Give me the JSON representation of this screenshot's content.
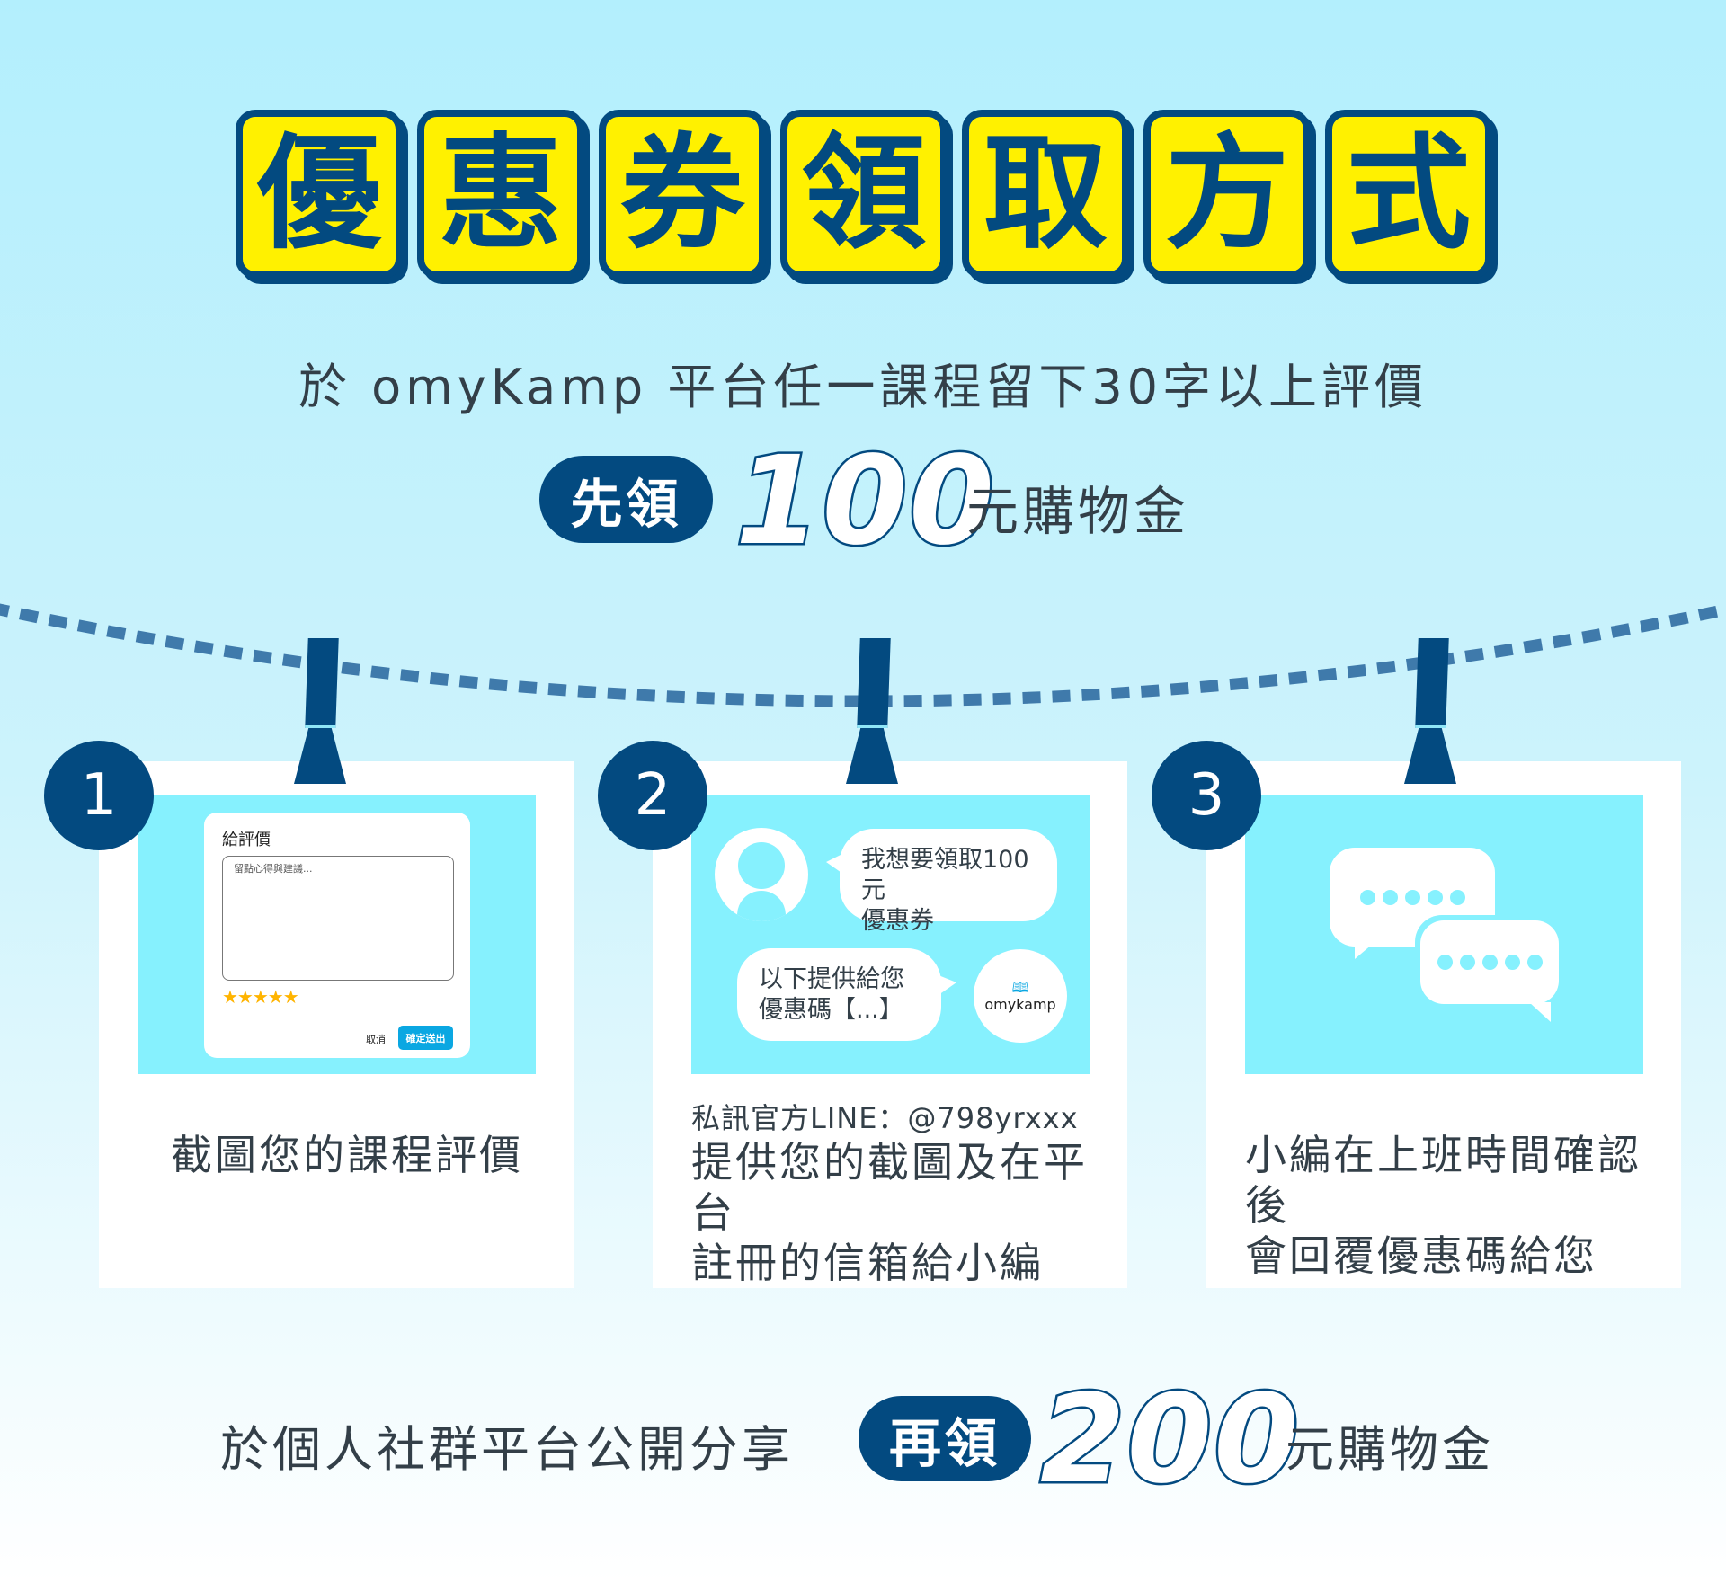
{
  "title_chars": [
    "優",
    "惠",
    "券",
    "領",
    "取",
    "方",
    "式"
  ],
  "subtitle": "於 omyKamp 平台任一課程留下30字以上評價",
  "first_reward": {
    "badge": "先領",
    "amount": "100",
    "unit": "元購物金"
  },
  "steps": [
    {
      "number": "1",
      "mockup": {
        "title": "給評價",
        "placeholder": "留點心得與建議...",
        "stars": "★★★★★",
        "rating": 5,
        "cancel": "取消",
        "submit": "確定送出"
      },
      "lines": [
        "截圖您的課程評價"
      ]
    },
    {
      "number": "2",
      "mockup": {
        "user_msg": [
          "我想要領取100元",
          "優惠券"
        ],
        "reply_msg": [
          "以下提供給您",
          "優惠碼【...】"
        ],
        "logo": "omykamp"
      },
      "note": "私訊官方LINE：@798yrxxx",
      "lines": [
        "提供您的截圖及在平台",
        "註冊的信箱給小編"
      ]
    },
    {
      "number": "3",
      "lines": [
        "小編在上班時間確認後",
        "會回覆優惠碼給您"
      ]
    }
  ],
  "second_reward": {
    "text": "於個人社群平台公開分享",
    "badge": "再領",
    "amount": "200",
    "unit": "元購物金"
  },
  "colors": {
    "navy": "#034a80",
    "yellow": "#fff100",
    "cyan": "#86f1fe",
    "submit": "#0aa7e2",
    "star": "#ffb400"
  }
}
